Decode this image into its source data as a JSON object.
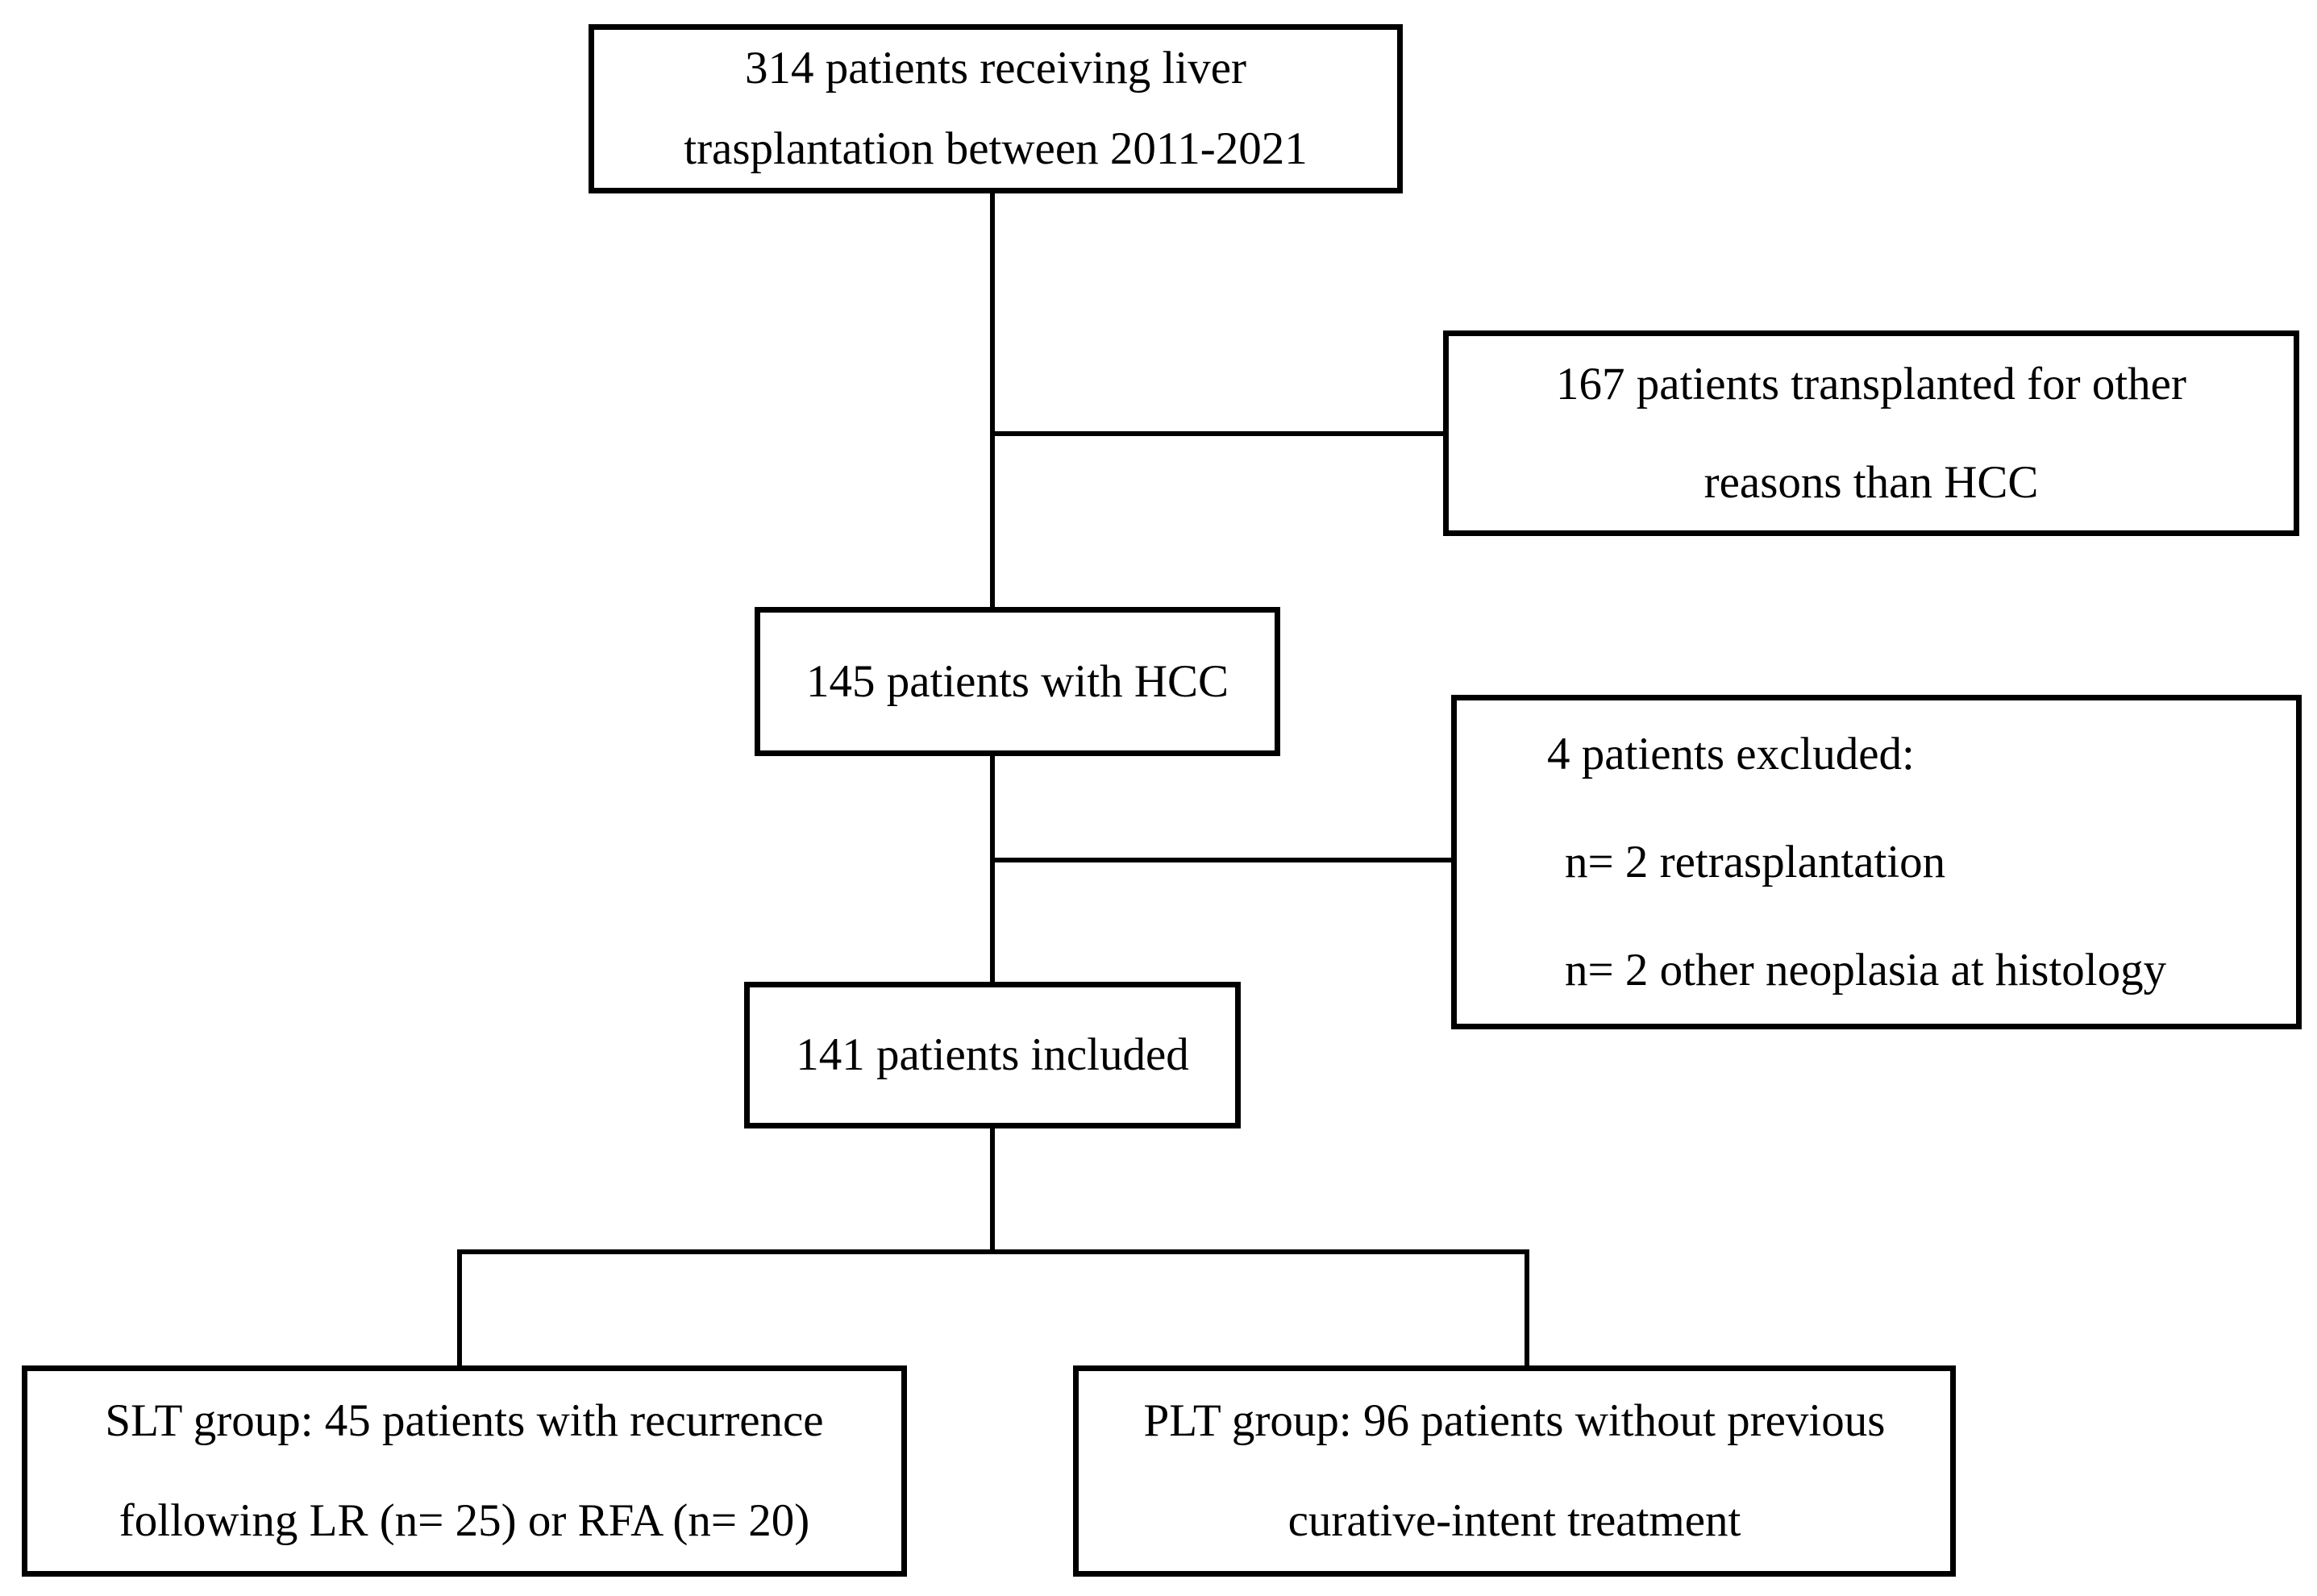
{
  "diagram": {
    "type": "flowchart",
    "colors": {
      "box_border": "#000000",
      "box_background": "#ffffff",
      "text": "#000000",
      "connector": "#000000"
    },
    "boxes": {
      "total": {
        "lines": [
          "314 patients receiving liver",
          "trasplantation between 2011-2021"
        ]
      },
      "other_reasons": {
        "lines": [
          "167 patients transplanted for other",
          "reasons than HCC"
        ]
      },
      "hcc": {
        "lines": [
          "145 patients with HCC"
        ]
      },
      "excluded": {
        "lines": [
          "4 patients excluded:",
          "n= 2 retrasplantation",
          "n= 2 other neoplasia at histology"
        ]
      },
      "included": {
        "lines": [
          "141 patients included"
        ]
      },
      "slt_group": {
        "lines": [
          "SLT group: 45 patients with recurrence",
          "following LR (n= 25) or RFA (n= 20)"
        ]
      },
      "plt_group": {
        "lines": [
          "PLT group: 96 patients without previous",
          "curative-intent treatment"
        ]
      }
    }
  }
}
